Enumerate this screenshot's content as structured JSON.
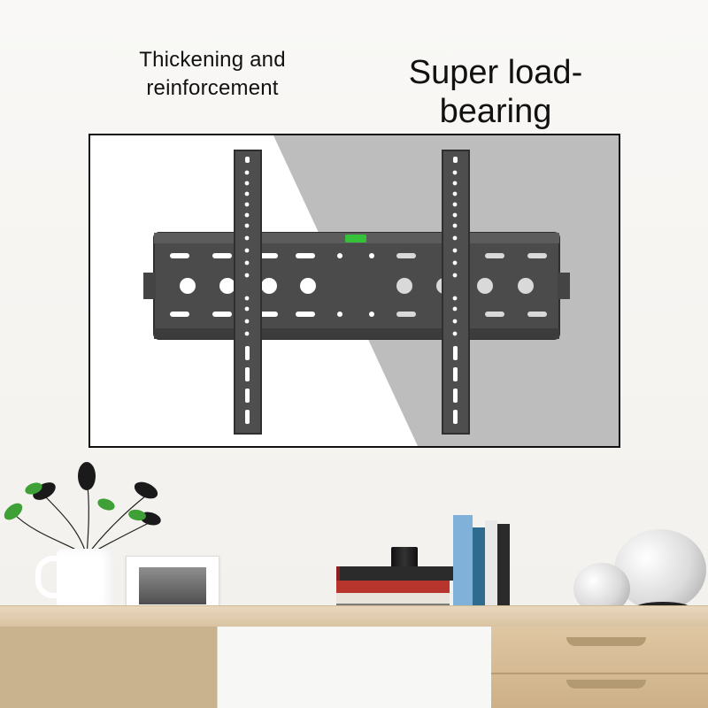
{
  "captions": {
    "left_line1": "Thickening and",
    "left_line2": "reinforcement",
    "right": "Super load-bearing"
  },
  "colors": {
    "bracket": "#4a4a4a",
    "bracket_edge": "#2f2f2f",
    "hole": "#ffffff",
    "level_indicator": "#35c23a",
    "frame_border": "#111111",
    "shadow_area": "#bdbdbd"
  },
  "scene": {
    "props": [
      "wall-mount-bracket",
      "vase-plant",
      "photo-frame",
      "book-stack",
      "upright-books",
      "decor-spheres",
      "tv-cabinet"
    ]
  }
}
